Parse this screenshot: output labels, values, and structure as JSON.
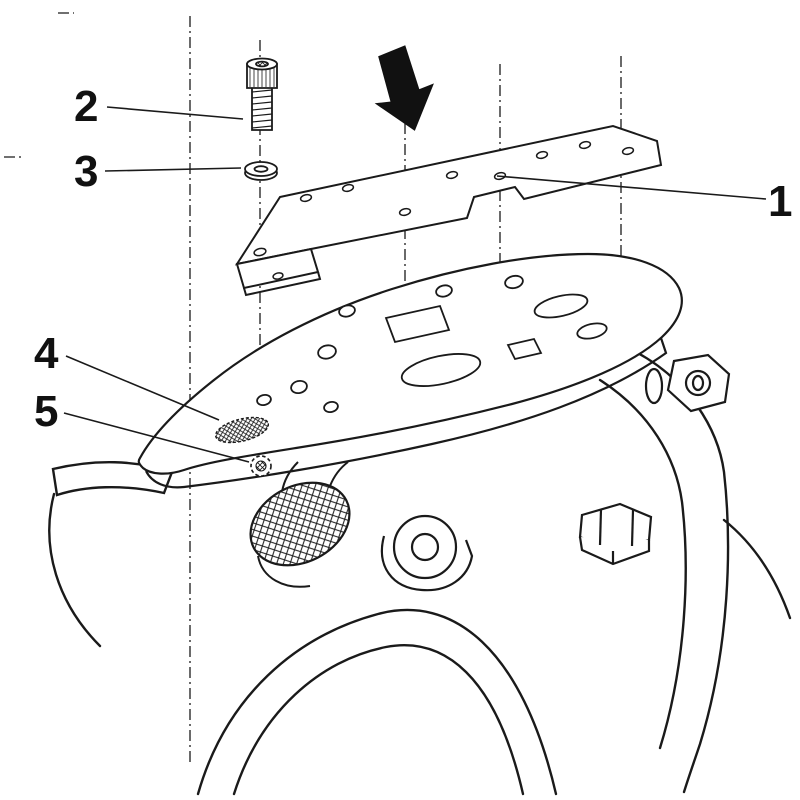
{
  "diagram": {
    "background": "#ffffff",
    "ink": "#1a1a1a",
    "kind": "exploded-assembly-instruction-diagram",
    "part_labels": [
      {
        "number": "1",
        "part": "mounting-bracket-plate"
      },
      {
        "number": "2",
        "part": "socket-head-bolt"
      },
      {
        "number": "3",
        "part": "washer"
      },
      {
        "number": "4",
        "part": "rack-platform"
      },
      {
        "number": "5",
        "part": "retaining-nut"
      }
    ],
    "arrow": {
      "name": "insertion-direction-arrow",
      "color": "#111111"
    }
  }
}
